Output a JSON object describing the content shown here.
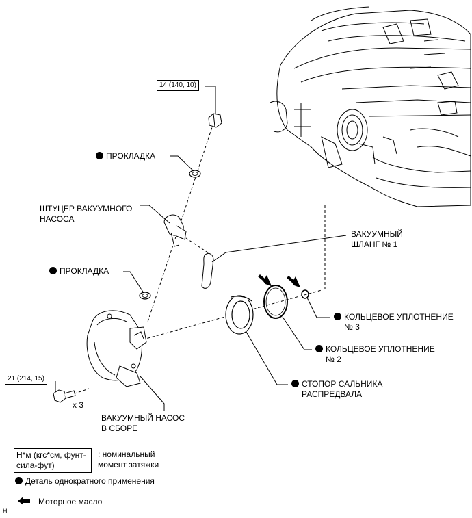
{
  "labels": {
    "torque_top": "14 (140, 10)",
    "gasket_top": "ПРОКЛАДКА",
    "union_line1": "ШТУЦЕР ВАКУУМНОГО",
    "union_line2": "НАСОСА",
    "hose_line1": "ВАКУУМНЫЙ",
    "hose_line2": "ШЛАНГ № 1",
    "gasket_bottom": "ПРОКЛАДКА",
    "oring3_line1": "КОЛЬЦЕВОЕ УПЛОТНЕНИЕ",
    "oring3_line2": "№ 3",
    "oring2_line1": "КОЛЬЦЕВОЕ УПЛОТНЕНИЕ",
    "oring2_line2": "№ 2",
    "seal_line1": "СТОПОР САЛЬНИКА",
    "seal_line2": "РАСПРЕДВАЛА",
    "torque_bolt": "21 (214, 15)",
    "bolt_qty": "x 3",
    "pump_line1": "ВАКУУМНЫЙ НАСОС",
    "pump_line2": "В СБОРЕ"
  },
  "legend": {
    "torque_box_line1": "Н*м (кгс*см, фунт-",
    "torque_box_line2": "сила-фут)",
    "torque_desc_line1": ": номинальный",
    "torque_desc_line2": "момент затяжки",
    "non_reusable": "Деталь однократного применения",
    "engine_oil": "Моторное масло"
  },
  "corner_mark": "H"
}
